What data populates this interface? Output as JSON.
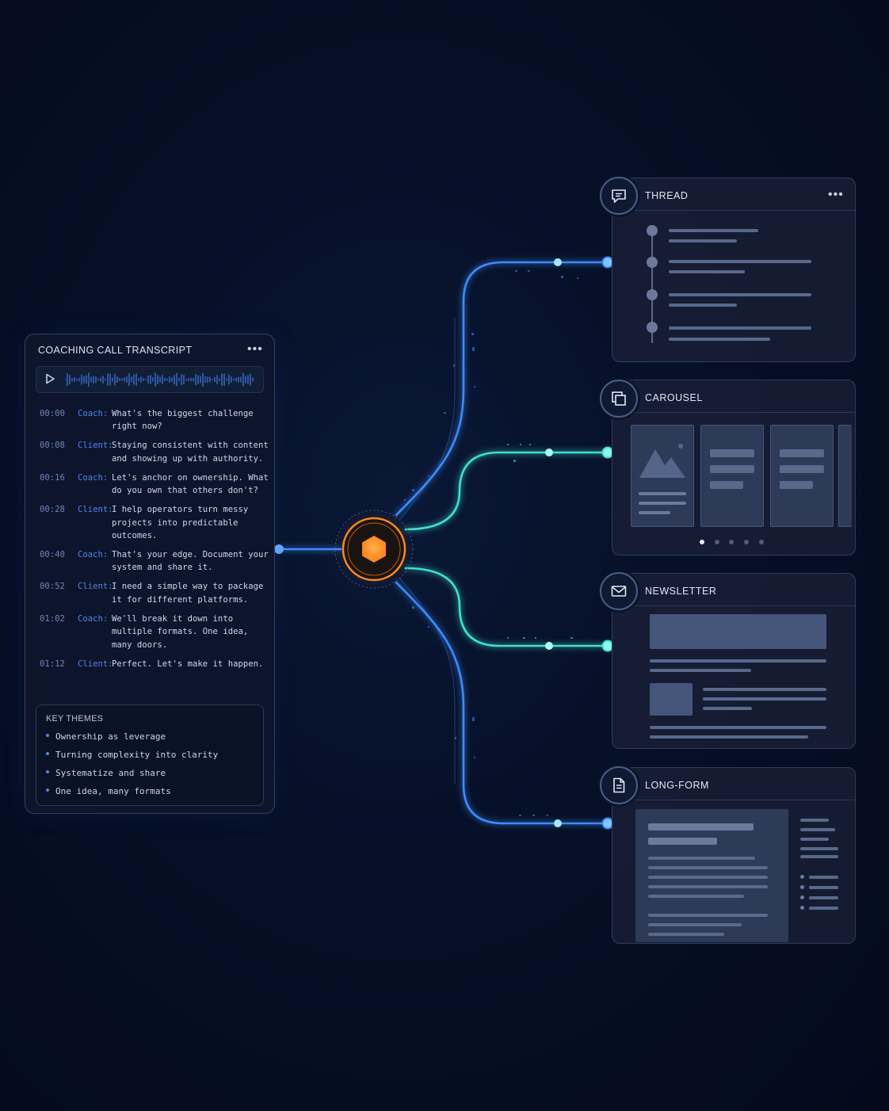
{
  "transcript": {
    "title": "COACHING CALL TRANSCRIPT",
    "menu_glyph": "•••",
    "lines": [
      {
        "time": "00:00",
        "speaker": "Coach:",
        "text": "What's the biggest challenge right now?"
      },
      {
        "time": "00:08",
        "speaker": "Client:",
        "text": "Staying consistent with content and showing up with authority."
      },
      {
        "time": "00:16",
        "speaker": "Coach:",
        "text": "Let's anchor on ownership. What do you own that others don't?"
      },
      {
        "time": "00:28",
        "speaker": "Client:",
        "text": "I help operators turn messy projects into predictable outcomes."
      },
      {
        "time": "00:40",
        "speaker": "Coach:",
        "text": "That's your edge. Document your system and share it."
      },
      {
        "time": "00:52",
        "speaker": "Client:",
        "text": "I need a simple way to package it for different platforms."
      },
      {
        "time": "01:02",
        "speaker": "Coach:",
        "text": "We'll break it down into multiple formats. One idea, many doors."
      },
      {
        "time": "01:12",
        "speaker": "Client:",
        "text": "Perfect. Let's make it happen."
      }
    ],
    "themes": {
      "title": "KEY THEMES",
      "items": [
        "Ownership as leverage",
        "Turning complexity into clarity",
        "Systematize and share",
        "One idea, many formats"
      ]
    }
  },
  "outputs": {
    "thread": {
      "title": "THREAD",
      "menu_glyph": "•••",
      "icon": "chat-bubble-icon"
    },
    "carousel": {
      "title": "CAROUSEL",
      "icon": "stacked-squares-icon"
    },
    "newsletter": {
      "title": "NEWSLETTER",
      "icon": "envelope-icon"
    },
    "longform": {
      "title": "LONG-FORM",
      "icon": "document-icon"
    }
  },
  "colors": {
    "background": "#050c1f",
    "accent_blue": "#3d8bff",
    "accent_cyan": "#3ee0d0",
    "hub_orange": "#ff8a1f",
    "speaker_blue": "#4f86e8"
  }
}
